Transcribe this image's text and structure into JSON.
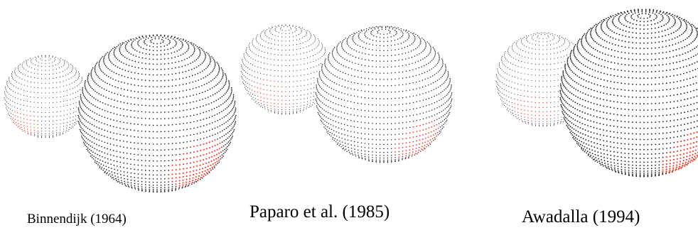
{
  "figure": {
    "panels": [
      {
        "caption": "Binnendijk (1964)"
      },
      {
        "caption": "Paparo et al. (1985)"
      },
      {
        "caption": "Awadalla (1994)"
      }
    ],
    "colors": {
      "stellar_surface": "#1a1a1a",
      "spot": "#ff2a1a"
    }
  }
}
